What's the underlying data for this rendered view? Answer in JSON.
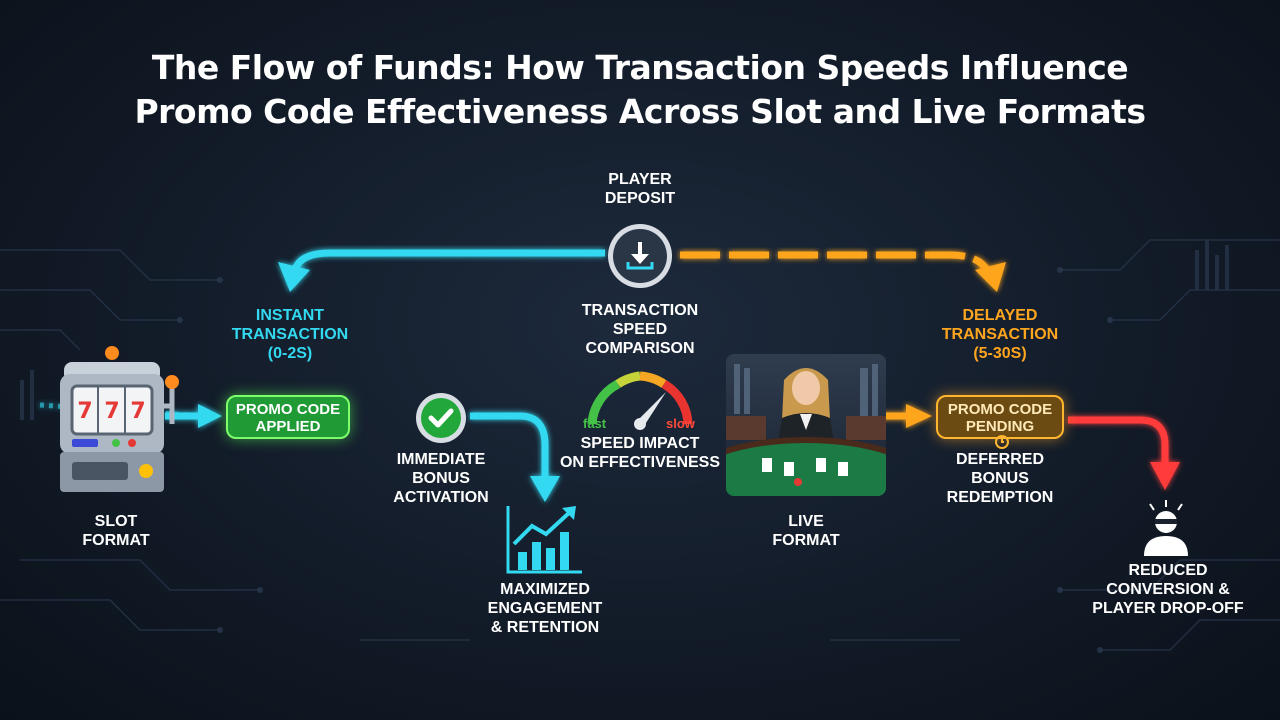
{
  "title": {
    "line1": "The Flow of Funds: How Transaction Speeds Influence",
    "line2": "Promo Code Effectiveness Across Slot and Live Formats"
  },
  "player_deposit": {
    "line1": "PLAYER",
    "line2": "DEPOSIT"
  },
  "instant_transaction": {
    "line1": "INSTANT",
    "line2": "TRANSACTION",
    "line3": "(0-2s)"
  },
  "delayed_transaction": {
    "line1": "DELAYED",
    "line2": "TRANSACTION",
    "line3": "(5-30s)"
  },
  "speed_comparison": {
    "line1": "TRANSACTION",
    "line2": "SPEED",
    "line3": "COMPARISON"
  },
  "gauge": {
    "fast_label": "fast",
    "slow_label": "slow"
  },
  "speed_impact": {
    "line1": "SPEED IMPACT",
    "line2": "ON EFFECTIVENESS"
  },
  "promo_applied": {
    "line1": "PROMO CODE",
    "line2": "APPLIED"
  },
  "promo_pending": {
    "line1": "PROMO CODE",
    "line2": "PENDING"
  },
  "immediate_bonus": {
    "line1": "IMMEDIATE",
    "line2": "BONUS",
    "line3": "ACTIVATION"
  },
  "deferred_bonus": {
    "line1": "DEFERRED",
    "line2": "BONUS",
    "line3": "REDEMPTION"
  },
  "slot_format": {
    "line1": "SLOT",
    "line2": "FORMAT"
  },
  "live_format": {
    "line1": "LIVE",
    "line2": "FORMAT"
  },
  "engagement": {
    "line1": "MAXIMIZED",
    "line2": "ENGAGEMENT",
    "line3": "& RETENTION"
  },
  "dropoff": {
    "line1": "REDUCED",
    "line2": "CONVERSION &",
    "line3": "PLAYER DROP-OFF"
  },
  "icons": {
    "deposit": "download-icon",
    "check": "checkmark-icon",
    "slot": "slot-machine-icon",
    "growth": "growth-chart-icon",
    "dealer": "live-dealer-icon",
    "dropoff": "frustrated-player-icon",
    "gauge": "speedometer-icon"
  },
  "colors": {
    "instant": "#33d9f0",
    "delayed": "#ffa51e",
    "applied": "#1f9a34",
    "pending": "#ffb52e",
    "dropoff": "#ff3b3b"
  }
}
